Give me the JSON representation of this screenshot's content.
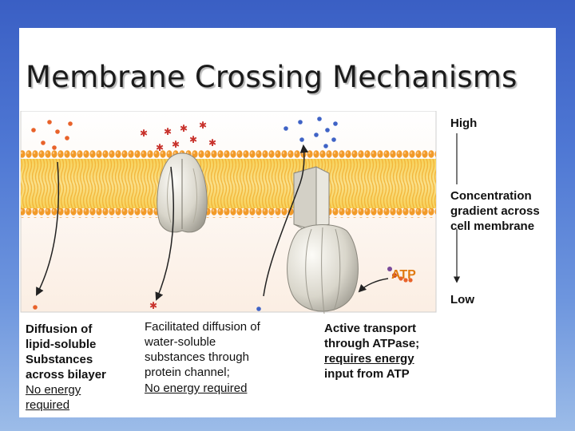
{
  "title": "Membrane Crossing Mechanisms",
  "gradient": {
    "high": "High",
    "caption_lines": [
      "Concentration",
      "gradient across",
      "cell membrane"
    ],
    "low": "Low"
  },
  "atp_label": "ATP",
  "atp_marker": "ATP",
  "captions": {
    "diffusion": {
      "lines": [
        "Diffusion of",
        "lipid-soluble",
        "Substances",
        "across bilayer"
      ],
      "note_lines": [
        "No energy",
        "required"
      ]
    },
    "facilitated": {
      "lines": [
        "Facilitated diffusion of",
        "water-soluble",
        "substances through",
        "protein channel;"
      ],
      "note_lines": [
        "No energy required"
      ]
    },
    "active": {
      "lines": [
        "Active transport",
        "through ATPase;"
      ],
      "note_lines": [
        "requires energy"
      ],
      "tail_lines": [
        "input from ATP"
      ]
    }
  },
  "colors": {
    "lipid_orange": "#f29a28",
    "lipid_yellow": "#f7d25a",
    "molecule_orange": "#e8622a",
    "molecule_red": "#c8322c",
    "molecule_blue": "#3f63c6",
    "atp_orange": "#e07a10"
  },
  "icons": {
    "orange-molecule": "circle",
    "star-molecule": "asterisk",
    "blue-molecule": "circle"
  }
}
